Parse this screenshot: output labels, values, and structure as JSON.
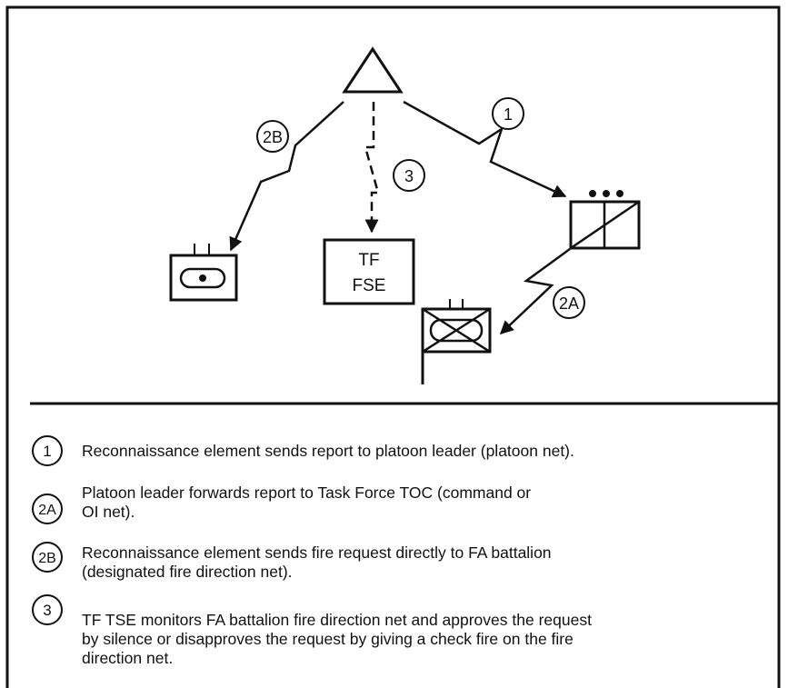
{
  "diagram": {
    "labels": {
      "step_1": "1",
      "step_2a": "2A",
      "step_2b": "2B",
      "step_3": "3",
      "tf_line1": "TF",
      "tf_line2": "FSE"
    },
    "icons": {
      "platoon_leader": "triangle-icon",
      "recon_element": "platoon-unit-icon",
      "tf_fse": "tf-fse-box",
      "task_force_toc": "toc-flag-icon",
      "fa_battalion": "recon-vehicle-icon"
    }
  },
  "legend": [
    {
      "badge": "1",
      "lines": [
        "Reconnaissance element sends report to platoon leader (platoon net)."
      ]
    },
    {
      "badge": "2A",
      "lines": [
        "Platoon leader forwards report to Task Force TOC (command or",
        "OI net)."
      ]
    },
    {
      "badge": "2B",
      "lines": [
        "Reconnaissance element sends fire request directly to FA battalion",
        "(designated fire direction net)."
      ]
    },
    {
      "badge": "3",
      "lines": [
        "TF TSE monitors FA battalion fire direction net and approves the request",
        "by silence or disapproves the request by giving a check fire on the fire",
        "direction net."
      ]
    }
  ]
}
